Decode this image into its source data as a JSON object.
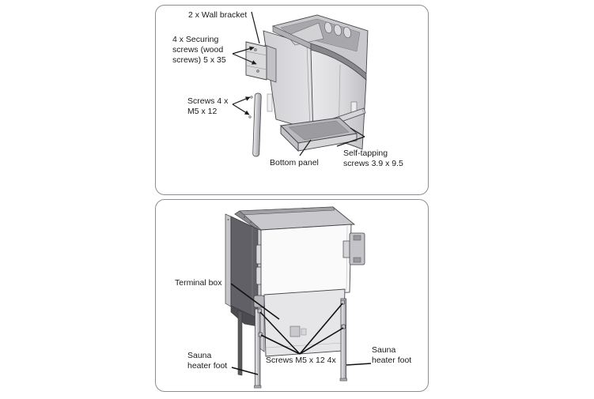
{
  "figures": [
    {
      "id": "wall-mounting-parts",
      "labels": [
        {
          "id": "wall-bracket",
          "text": "2 x Wall bracket"
        },
        {
          "id": "securing-screws",
          "text": "4 x Securing\nscrews (wood\nscrews) 5 x 35"
        },
        {
          "id": "screws-4x-m5x12",
          "text": "Screws 4 x\nM5 x 12"
        },
        {
          "id": "bottom-panel",
          "text": "Bottom panel"
        },
        {
          "id": "self-tapping-screws",
          "text": "Self-tapping\nscrews 3.9 x 9.5"
        }
      ]
    },
    {
      "id": "heater-feet-parts",
      "labels": [
        {
          "id": "terminal-box",
          "text": "Terminal box"
        },
        {
          "id": "foot-left",
          "text": "Sauna\nheater foot"
        },
        {
          "id": "screws-m5x12-4x",
          "text": "Screws M5 x 12 4x"
        },
        {
          "id": "foot-right",
          "text": "Sauna\nheater foot"
        }
      ]
    }
  ],
  "colors": {
    "leader_line": "#1a1a1a",
    "panel_border": "#8e8e92",
    "outline": "#46464a",
    "metal_light": "#d7d7da",
    "metal_mid": "#c2c2c6",
    "metal_dark_side": "#606066",
    "white_panel": "#fafafb"
  }
}
